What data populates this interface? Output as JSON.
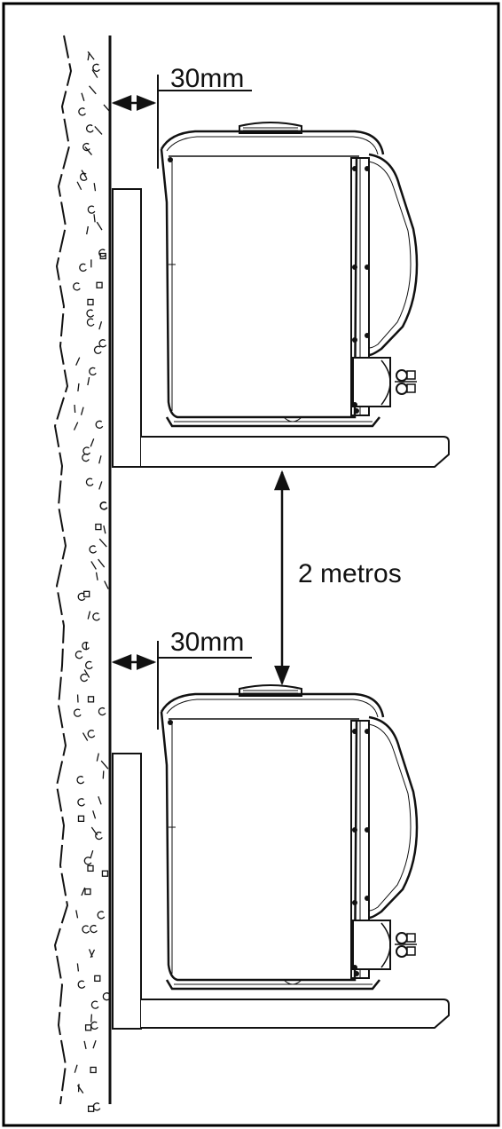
{
  "labels": {
    "clearance_top": "30mm",
    "clearance_bottom": "30mm",
    "spacing": "2 metros"
  },
  "colors": {
    "line": "#111111",
    "background": "#ffffff",
    "frame": "#000000"
  },
  "icons": {
    "wall": "concrete-wall-icon",
    "unit": "outdoor-unit-icon",
    "bracket": "wall-bracket-icon"
  }
}
